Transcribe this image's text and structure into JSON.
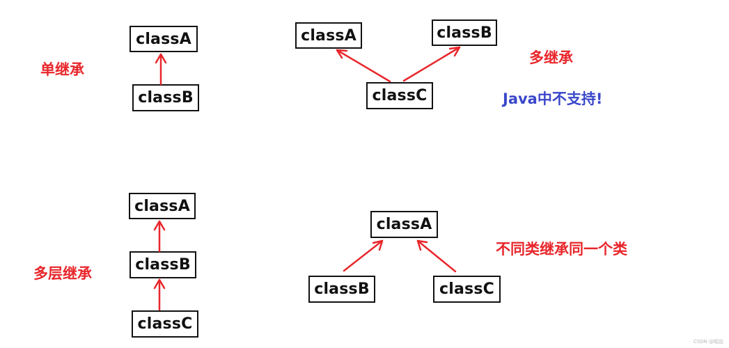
{
  "labels": {
    "single": "单继承",
    "multiple": "多继承",
    "java_note": "Java中不支持!",
    "multilevel": "多层继承",
    "hierarchical": "不同类继承同一个类"
  },
  "single": {
    "parent": "classA",
    "child": "classB"
  },
  "multiple": {
    "parent_a": "classA",
    "parent_b": "classB",
    "child": "classC"
  },
  "multilevel": {
    "top": "classA",
    "middle": "classB",
    "bottom": "classC"
  },
  "hierarchical": {
    "parent": "classA",
    "child_left": "classB",
    "child_right": "classC"
  },
  "watermark": "CSDN @昭远",
  "colors": {
    "arrow": "#e8262b",
    "label_red": "#e8262b",
    "label_blue": "#3a47c9",
    "box_border": "#111111"
  }
}
